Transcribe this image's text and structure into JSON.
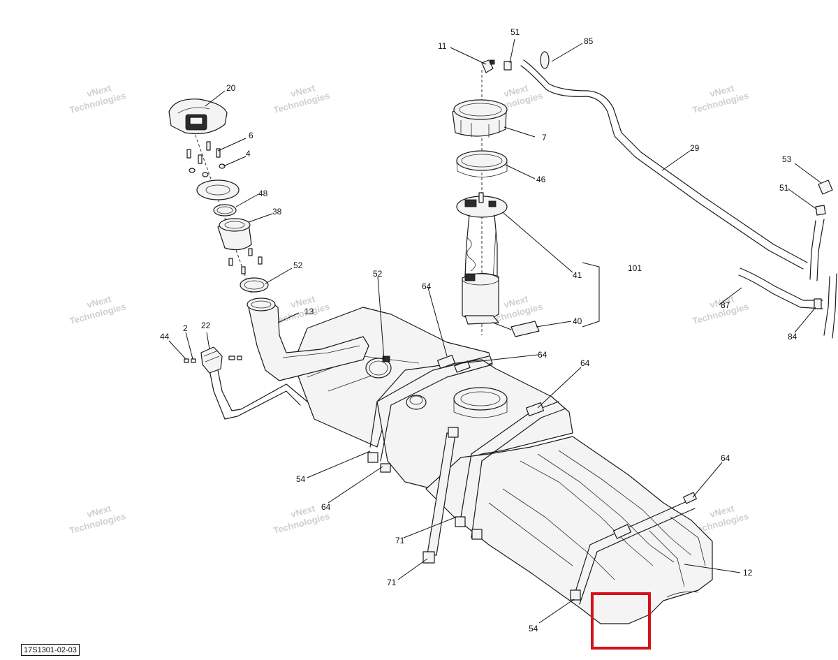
{
  "drawing_code": "17S1301-02-03",
  "watermark": {
    "line1": "vNext",
    "line2": "Technologies",
    "inline": "vNext Technologies"
  },
  "highlight_color": "#d3121c",
  "callouts": [
    "51",
    "11",
    "85",
    "20",
    "7",
    "6",
    "4",
    "29",
    "46",
    "53",
    "48",
    "51",
    "38",
    "41",
    "101",
    "52",
    "52",
    "64",
    "13",
    "40",
    "84",
    "87",
    "44",
    "2",
    "22",
    "64",
    "64",
    "54",
    "64",
    "64",
    "71",
    "71",
    "54",
    "12"
  ]
}
